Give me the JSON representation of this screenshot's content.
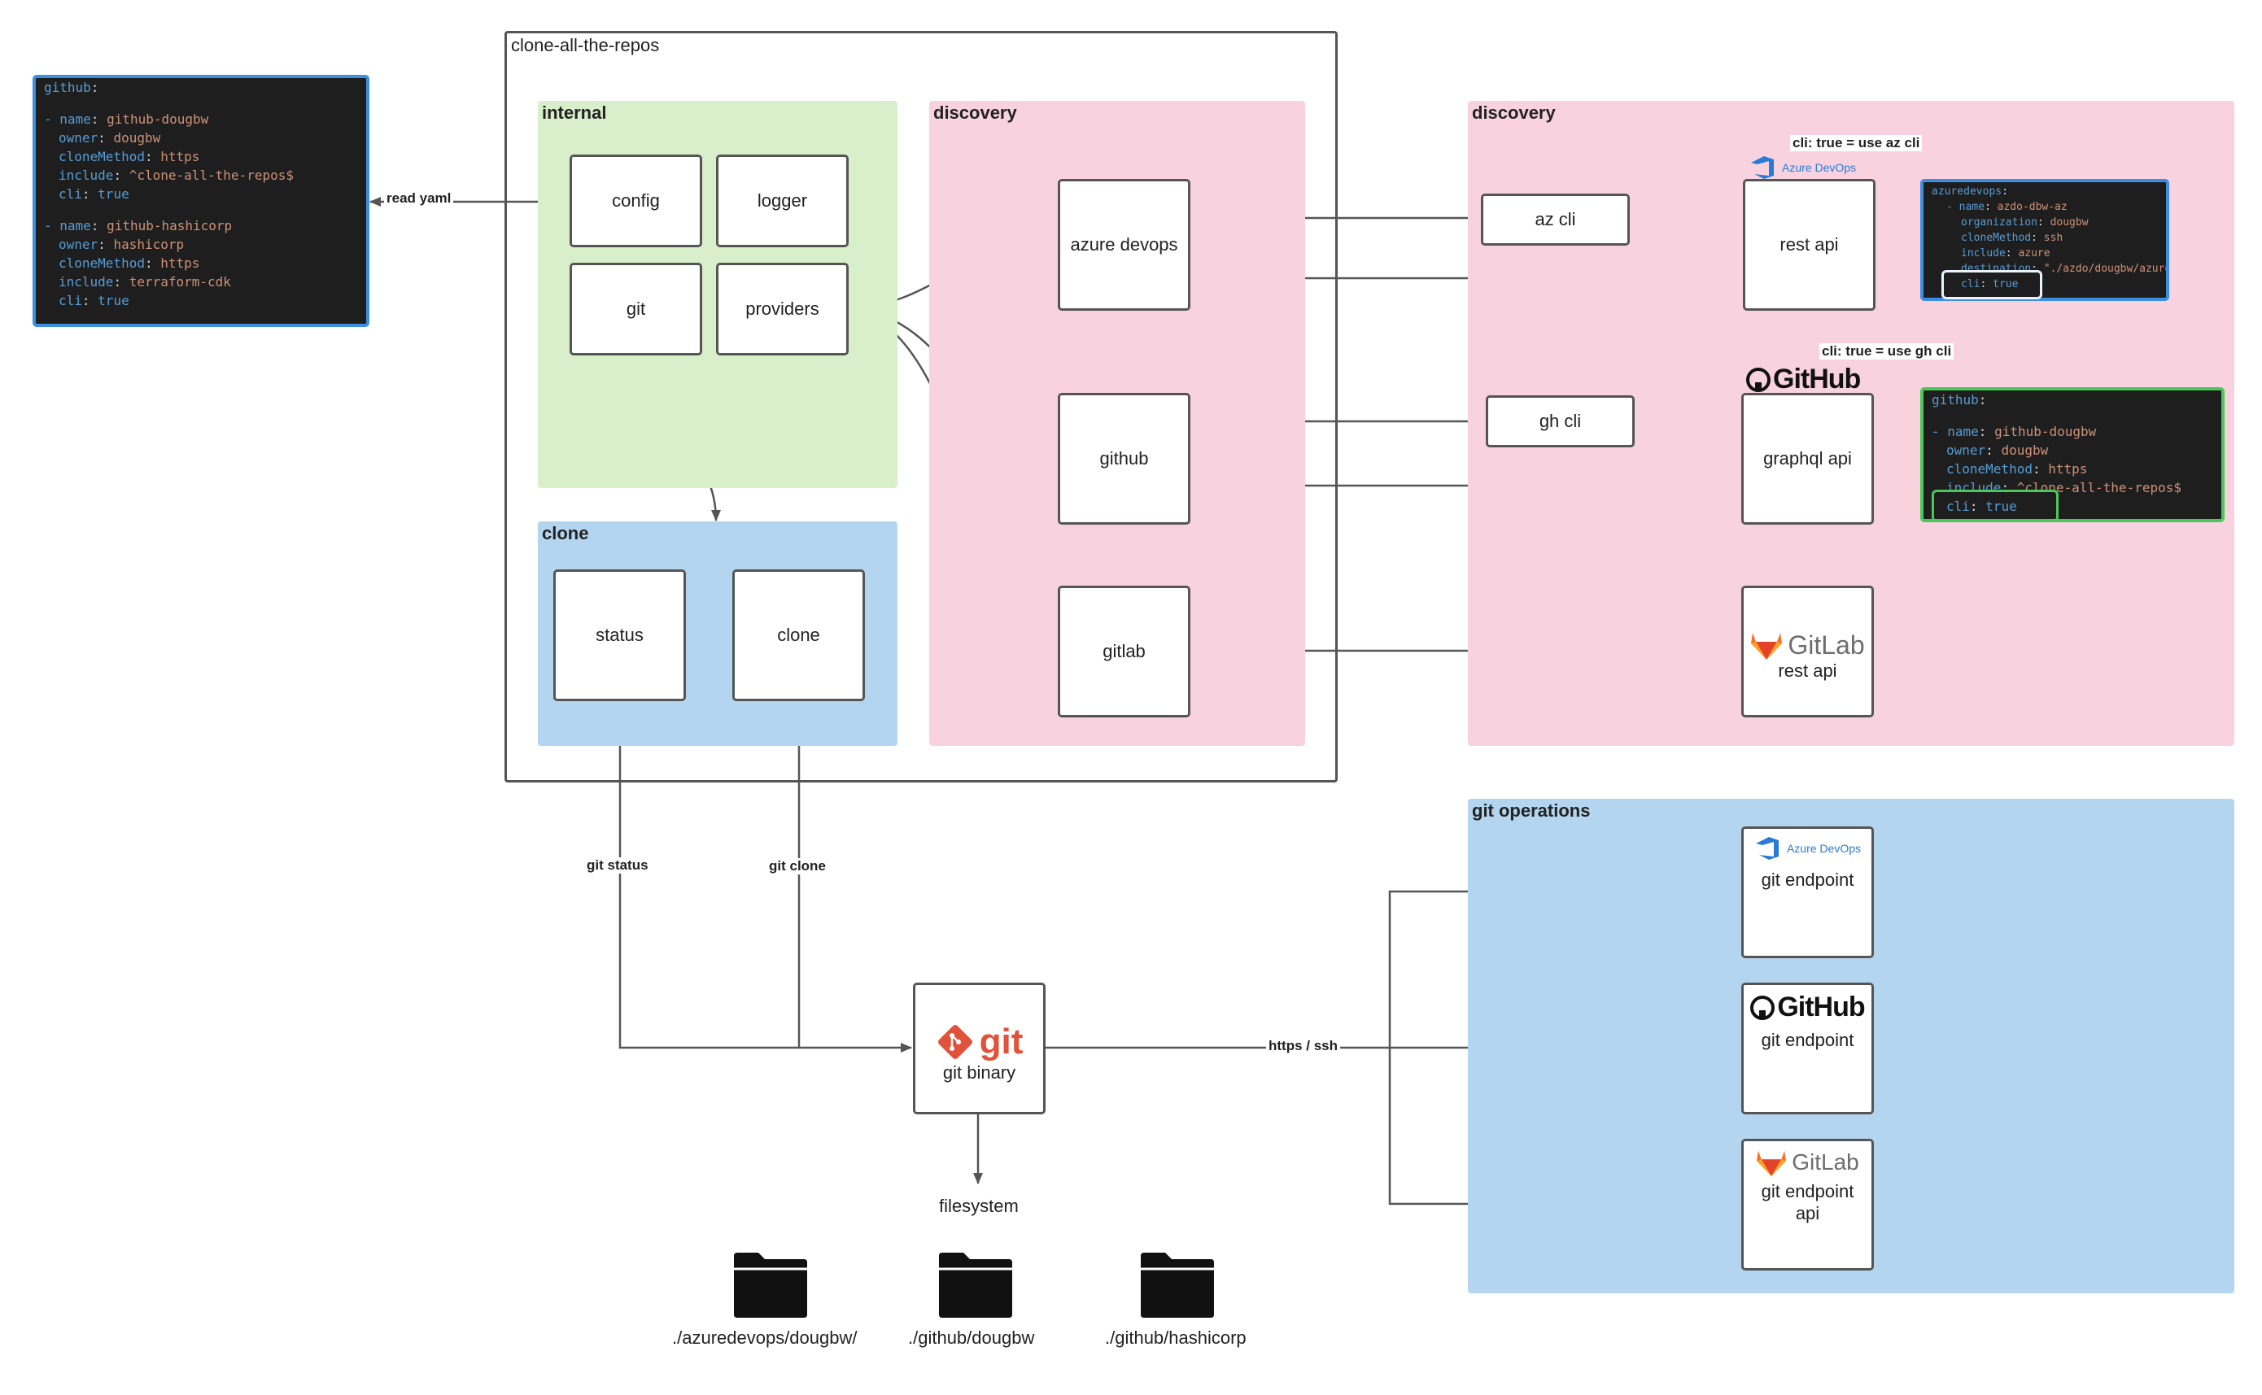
{
  "frame": {
    "title": "clone-all-the-repos"
  },
  "regions": {
    "internal": "internal",
    "clone": "clone",
    "discovery_left": "discovery",
    "discovery_right": "discovery",
    "git_ops": "git operations"
  },
  "nodes": {
    "config": "config",
    "logger": "logger",
    "git": "git",
    "providers": "providers",
    "status": "status",
    "clone": "clone",
    "azure_devops": "azure devops",
    "github": "github",
    "gitlab": "gitlab",
    "az_cli": "az cli",
    "gh_cli": "gh cli",
    "azure_rest_api": "rest api",
    "graphql_api": "graphql api",
    "gitlab_rest_api": "rest api",
    "git_binary": "git binary",
    "azure_git_endpoint": "git endpoint",
    "github_git_endpoint": "git endpoint",
    "gitlab_git_endpoint": "git endpoint api"
  },
  "brands": {
    "azure": "Azure DevOps",
    "github": "GitHub",
    "gitlab": "GitLab",
    "git": "git"
  },
  "edge_labels": {
    "read_yaml": "read yaml",
    "az_cli_note": "cli: true = use az cli",
    "gh_cli_note": "cli: true = use gh cli",
    "git_status": "git status",
    "git_clone": "git clone",
    "https_ssh": "https / ssh"
  },
  "filesystem": {
    "label": "filesystem",
    "folders": [
      "./azuredevops/dougbw/",
      "./github/dougbw",
      "./github/hashicorp"
    ]
  },
  "yaml_main": [
    {
      "k": "github",
      "v": "",
      "indent": 0,
      "sep": ":"
    },
    {
      "k": "",
      "v": "",
      "indent": 0,
      "sep": ""
    },
    {
      "k": "- name",
      "v": "github-dougbw",
      "indent": 0,
      "sep": ": "
    },
    {
      "k": "owner",
      "v": "dougbw",
      "indent": 1,
      "sep": ": "
    },
    {
      "k": "cloneMethod",
      "v": "https",
      "indent": 1,
      "sep": ": "
    },
    {
      "k": "include",
      "v": "^clone-all-the-repos$",
      "indent": 1,
      "sep": ": "
    },
    {
      "k": "cli",
      "v": "true",
      "indent": 1,
      "sep": ": ",
      "bool": true
    },
    {
      "k": "",
      "v": "",
      "indent": 0,
      "sep": ""
    },
    {
      "k": "- name",
      "v": "github-hashicorp",
      "indent": 0,
      "sep": ": "
    },
    {
      "k": "owner",
      "v": "hashicorp",
      "indent": 1,
      "sep": ": "
    },
    {
      "k": "cloneMethod",
      "v": "https",
      "indent": 1,
      "sep": ": "
    },
    {
      "k": "include",
      "v": "terraform-cdk",
      "indent": 1,
      "sep": ": "
    },
    {
      "k": "cli",
      "v": "true",
      "indent": 1,
      "sep": ": ",
      "bool": true
    }
  ],
  "yaml_azure": [
    {
      "k": "azuredevops",
      "v": "",
      "indent": 0,
      "sep": ":"
    },
    {
      "k": "- name",
      "v": "azdo-dbw-az",
      "indent": 1,
      "sep": ": "
    },
    {
      "k": "organization",
      "v": "dougbw",
      "indent": 2,
      "sep": ": "
    },
    {
      "k": "cloneMethod",
      "v": "ssh",
      "indent": 2,
      "sep": ": "
    },
    {
      "k": "include",
      "v": "azure",
      "indent": 2,
      "sep": ": "
    },
    {
      "k": "destination",
      "v": "\"./azdo/dougbw/azure\"",
      "indent": 2,
      "sep": ": "
    },
    {
      "k": "cli",
      "v": "true",
      "indent": 2,
      "sep": ": ",
      "bool": true
    }
  ],
  "yaml_github": [
    {
      "k": "github",
      "v": "",
      "indent": 0,
      "sep": ":"
    },
    {
      "k": "",
      "v": "",
      "indent": 0,
      "sep": ""
    },
    {
      "k": "- name",
      "v": "github-dougbw",
      "indent": 0,
      "sep": ": "
    },
    {
      "k": "owner",
      "v": "dougbw",
      "indent": 1,
      "sep": ": "
    },
    {
      "k": "cloneMethod",
      "v": "https",
      "indent": 1,
      "sep": ": "
    },
    {
      "k": "include",
      "v": "^clone-all-the-repos$",
      "indent": 1,
      "sep": ": "
    },
    {
      "k": "cli",
      "v": "true",
      "indent": 1,
      "sep": ": ",
      "bool": true
    }
  ],
  "colors": {
    "internal": "#d9eecb",
    "discovery": "#f8d3df",
    "clone": "#b3d5ef",
    "git_brand": "#e0533a",
    "azure_brand": "#2a7bd5",
    "code_bg": "#1e1e1e",
    "code_border_blue": "#3b8fe0",
    "code_border_green": "#4bc85a"
  }
}
